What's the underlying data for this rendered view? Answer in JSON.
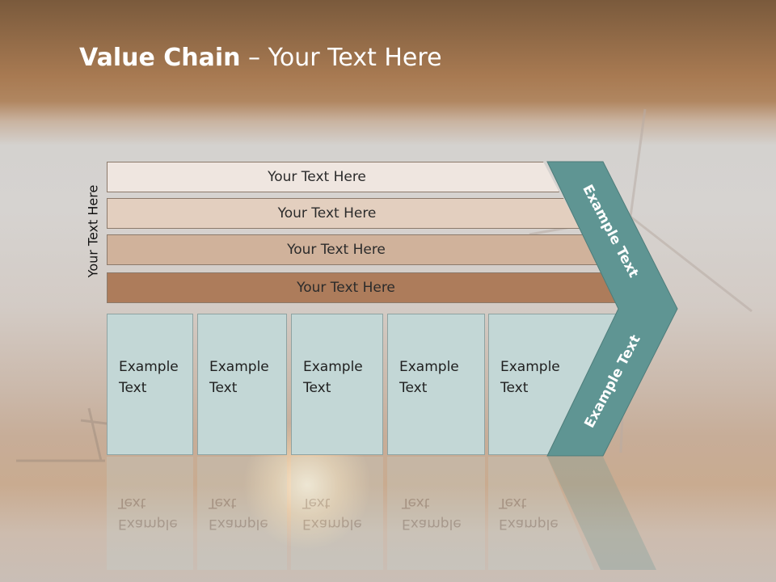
{
  "slide": {
    "title_bold": "Value Chain",
    "title_rest": " – Your Text Here",
    "side_label": "Your Text Here",
    "bars": [
      {
        "label": "Your Text Here",
        "color": "#efe6e0"
      },
      {
        "label": "Your Text Here",
        "color": "#e3cfbf"
      },
      {
        "label": "Your Text Here",
        "color": "#d0b29b"
      },
      {
        "label": "Your Text Here",
        "color": "#ad7c5b"
      }
    ],
    "boxes": [
      {
        "line1": "Example",
        "line2": "Text"
      },
      {
        "line1": "Example",
        "line2": "Text"
      },
      {
        "line1": "Example",
        "line2": "Text"
      },
      {
        "line1": "Example",
        "line2": "Text"
      },
      {
        "line1": "Example",
        "line2": "Text"
      }
    ],
    "chevron_top_label": "Example Text",
    "chevron_bottom_label": "Example Text",
    "colors": {
      "chevron": "#5f9593",
      "box": "#c3d7d6"
    }
  }
}
